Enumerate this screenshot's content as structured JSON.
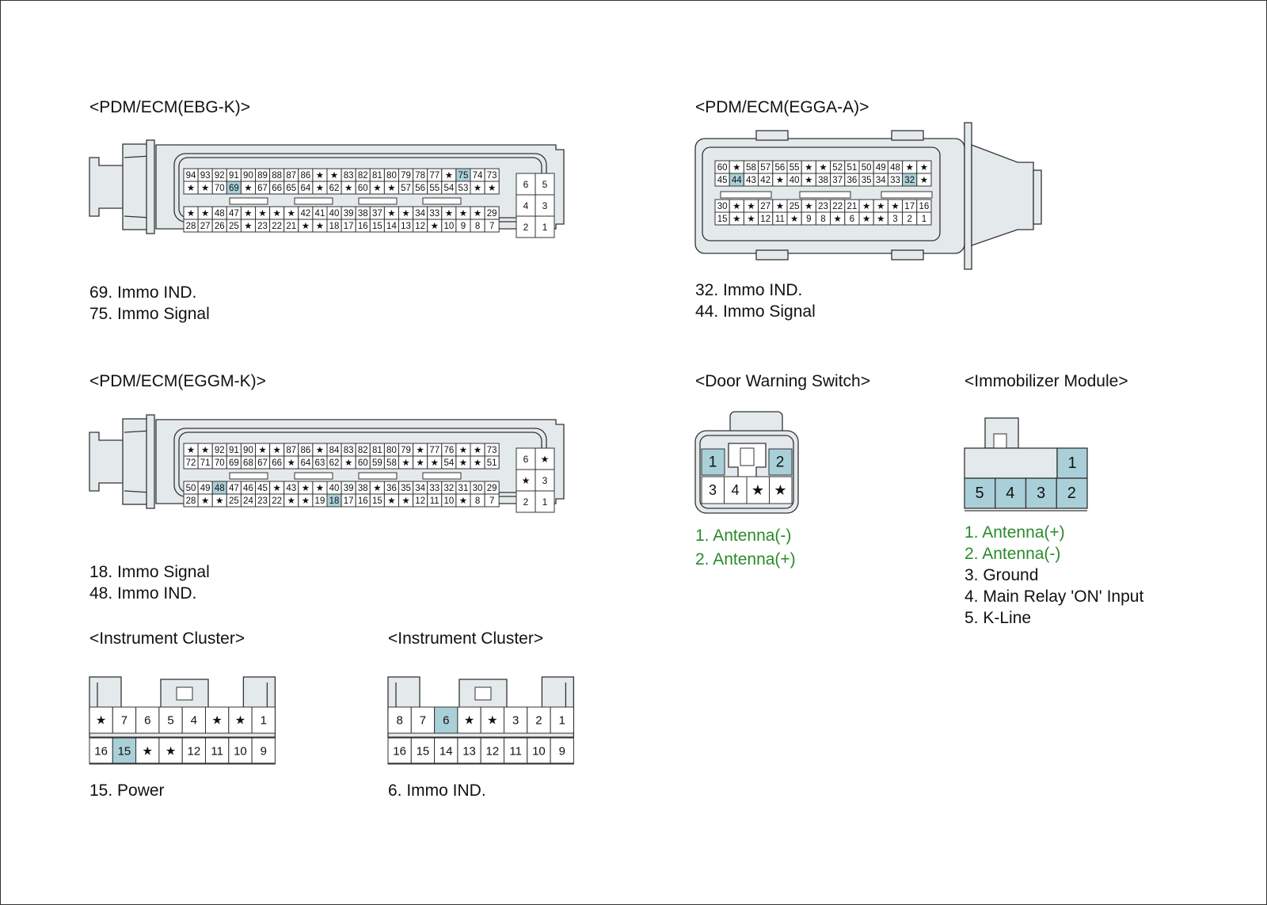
{
  "colors": {
    "body": "#e4eaec",
    "highlight": "#a9d0d8",
    "line": "#333333",
    "label_green": "#2a8a2a"
  },
  "connectors": {
    "ebg_k": {
      "title": "<PDM/ECM(EBG-K)>",
      "rows": [
        [
          "94",
          "93",
          "92",
          "91",
          "90",
          "89",
          "88",
          "87",
          "86",
          "★",
          "★",
          "83",
          "82",
          "81",
          "80",
          "79",
          "78",
          "77",
          "★",
          "75",
          "74",
          "73"
        ],
        [
          "★",
          "★",
          "70",
          "69",
          "★",
          "67",
          "66",
          "65",
          "64",
          "★",
          "62",
          "★",
          "60",
          "★",
          "★",
          "57",
          "56",
          "55",
          "54",
          "53",
          "★",
          "★"
        ],
        [
          "★",
          "★",
          "48",
          "47",
          "★",
          "★",
          "★",
          "★",
          "42",
          "41",
          "40",
          "39",
          "38",
          "37",
          "★",
          "★",
          "34",
          "33",
          "★",
          "★",
          "★",
          "29"
        ],
        [
          "28",
          "27",
          "26",
          "25",
          "★",
          "23",
          "22",
          "21",
          "★",
          "★",
          "18",
          "17",
          "16",
          "15",
          "14",
          "13",
          "12",
          "★",
          "10",
          "9",
          "8",
          "7"
        ]
      ],
      "side": [
        [
          "6",
          "5"
        ],
        [
          "4",
          "3"
        ],
        [
          "2",
          "1"
        ]
      ],
      "highlighted": [
        "69",
        "75"
      ],
      "labels": [
        "69. Immo IND.",
        "75. Immo Signal"
      ]
    },
    "egga_a": {
      "title": "<PDM/ECM(EGGA-A)>",
      "rows": [
        [
          "60",
          "★",
          "58",
          "57",
          "56",
          "55",
          "★",
          "★",
          "52",
          "51",
          "50",
          "49",
          "48",
          "★",
          "★"
        ],
        [
          "45",
          "44",
          "43",
          "42",
          "★",
          "40",
          "★",
          "38",
          "37",
          "36",
          "35",
          "34",
          "33",
          "32",
          "★"
        ],
        [
          "30",
          "★",
          "★",
          "27",
          "★",
          "25",
          "★",
          "23",
          "22",
          "21",
          "★",
          "★",
          "★",
          "17",
          "16"
        ],
        [
          "15",
          "★",
          "★",
          "12",
          "11",
          "★",
          "9",
          "8",
          "★",
          "6",
          "★",
          "★",
          "3",
          "2",
          "1"
        ]
      ],
      "highlighted": [
        "44",
        "32"
      ],
      "labels": [
        "32. Immo IND.",
        "44. Immo Signal"
      ]
    },
    "eggm_k": {
      "title": "<PDM/ECM(EGGM-K)>",
      "rows": [
        [
          "★",
          "★",
          "92",
          "91",
          "90",
          "★",
          "★",
          "87",
          "86",
          "★",
          "84",
          "83",
          "82",
          "81",
          "80",
          "79",
          "★",
          "77",
          "76",
          "★",
          "★",
          "73"
        ],
        [
          "72",
          "71",
          "70",
          "69",
          "68",
          "67",
          "66",
          "★",
          "64",
          "63",
          "62",
          "★",
          "60",
          "59",
          "58",
          "★",
          "★",
          "★",
          "54",
          "★",
          "★",
          "51"
        ],
        [
          "50",
          "49",
          "48",
          "47",
          "46",
          "45",
          "★",
          "43",
          "★",
          "★",
          "40",
          "39",
          "38",
          "★",
          "36",
          "35",
          "34",
          "33",
          "32",
          "31",
          "30",
          "29"
        ],
        [
          "28",
          "★",
          "★",
          "25",
          "24",
          "23",
          "22",
          "★",
          "★",
          "19",
          "18",
          "17",
          "16",
          "15",
          "★",
          "★",
          "12",
          "11",
          "10",
          "★",
          "8",
          "7"
        ]
      ],
      "side": [
        [
          "6",
          "★"
        ],
        [
          "★",
          "3"
        ],
        [
          "2",
          "1"
        ]
      ],
      "highlighted": [
        "48",
        "18"
      ],
      "labels": [
        "18. Immo Signal",
        "48. Immo IND."
      ]
    },
    "door_warning": {
      "title": "<Door Warning Switch>",
      "labels": [
        "1. Antenna(-)",
        "2. Antenna(+)"
      ]
    },
    "immobilizer": {
      "title": "<Immobilizer Module>",
      "top_pin": "1",
      "bottom_pins": [
        "5",
        "4",
        "3",
        "2"
      ],
      "labels_green": [
        "1. Antenna(+)",
        "2. Antenna(-)"
      ],
      "labels": [
        "3. Ground",
        "4. Main Relay 'ON' Input",
        "5. K-Line"
      ]
    },
    "cluster_a": {
      "title": "<Instrument Cluster>",
      "rows": [
        [
          "★",
          "7",
          "6",
          "5",
          "4",
          "★",
          "★",
          "1"
        ],
        [
          "16",
          "15",
          "★",
          "★",
          "12",
          "11",
          "10",
          "9"
        ]
      ],
      "highlighted": [
        "15"
      ],
      "labels": [
        "15.  Power"
      ]
    },
    "cluster_b": {
      "title": "<Instrument Cluster>",
      "rows": [
        [
          "8",
          "7",
          "6",
          "★",
          "★",
          "3",
          "2",
          "1"
        ],
        [
          "16",
          "15",
          "14",
          "13",
          "12",
          "11",
          "10",
          "9"
        ]
      ],
      "highlighted": [
        "6"
      ],
      "labels": [
        "6.  Immo IND."
      ]
    }
  }
}
